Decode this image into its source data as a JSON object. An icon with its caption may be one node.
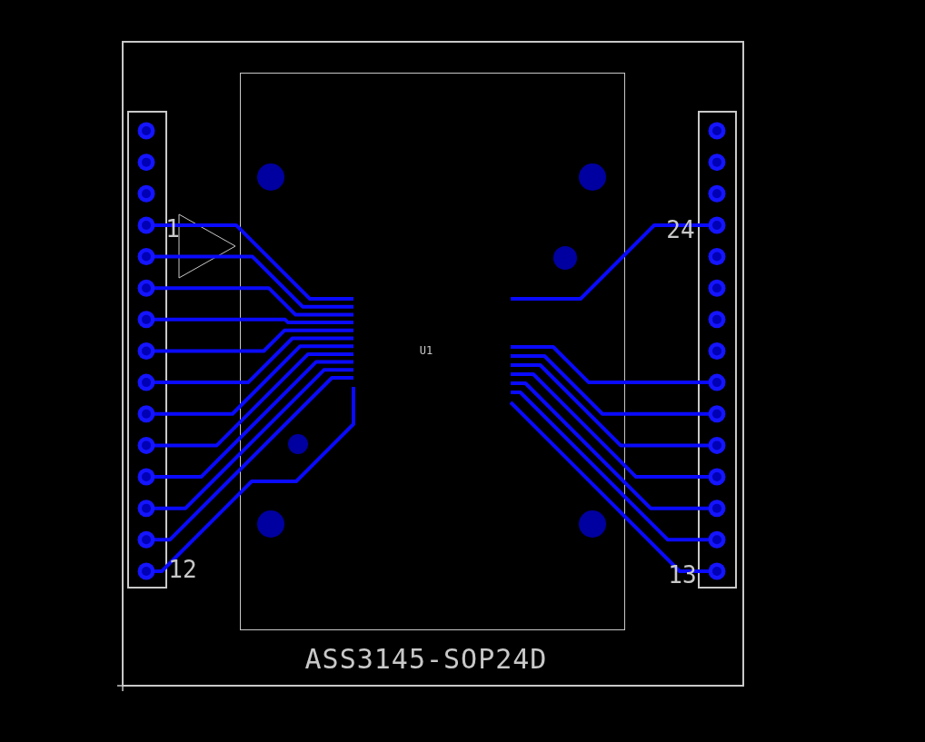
{
  "diagram": {
    "labels": [
      "1",
      "24",
      "U1",
      "12",
      "13",
      "ASS3145-SOP24D"
    ]
  }
}
